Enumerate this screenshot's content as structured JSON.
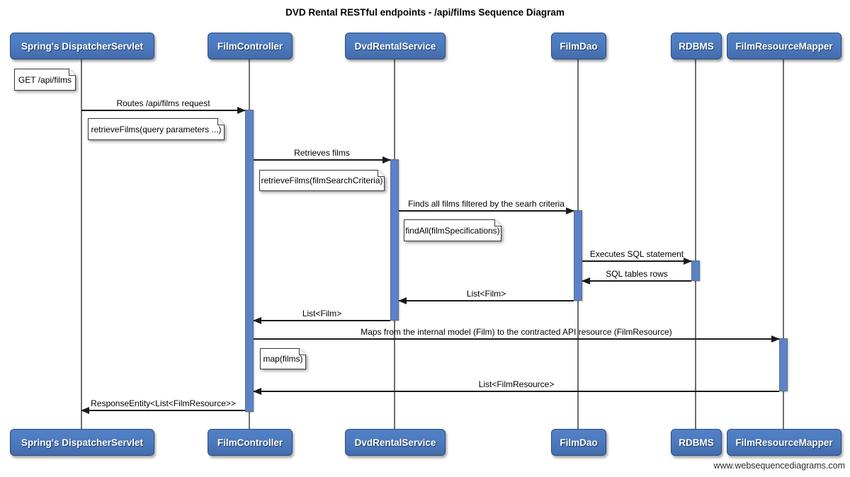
{
  "diagram": {
    "title": "DVD Rental RESTful endpoints - /api/films Sequence Diagram",
    "watermark": "www.websequencediagrams.com",
    "colors": {
      "participant_fill": "#4b79bd",
      "participant_border": "#2c4a7c",
      "activation_fill": "#5b82c8",
      "activation_border": "#5f6e88",
      "lifeline": "#6e6e6e",
      "arrow": "#1a1a1a",
      "note_fill": "#ffffff",
      "note_border": "#3a3a3a"
    },
    "participants": [
      {
        "label": "Spring's DispatcherServlet"
      },
      {
        "label": "FilmController"
      },
      {
        "label": "DvdRentalService"
      },
      {
        "label": "FilmDao"
      },
      {
        "label": "RDBMS"
      },
      {
        "label": "FilmResourceMapper"
      }
    ],
    "notes": [
      {
        "text": "GET /api/films"
      },
      {
        "text": "retrieveFilms(query parameters ...)"
      },
      {
        "text": "retrieveFilms(filmSearchCriteria)"
      },
      {
        "text": "findAll(filmSpecifications)"
      },
      {
        "text": "map(films)"
      }
    ],
    "messages": [
      {
        "label": "Routes /api/films request",
        "from": "Spring's DispatcherServlet",
        "to": "FilmController"
      },
      {
        "label": "Retrieves films",
        "from": "FilmController",
        "to": "DvdRentalService"
      },
      {
        "label": "Finds all films filtered by the searh criteria",
        "from": "DvdRentalService",
        "to": "FilmDao"
      },
      {
        "label": "Executes SQL statement",
        "from": "FilmDao",
        "to": "RDBMS"
      },
      {
        "label": "SQL tables rows",
        "from": "RDBMS",
        "to": "FilmDao"
      },
      {
        "label": "List<Film>",
        "from": "FilmDao",
        "to": "DvdRentalService"
      },
      {
        "label": "List<Film>",
        "from": "DvdRentalService",
        "to": "FilmController"
      },
      {
        "label": "Maps from the internal model (Film) to the contracted API resource (FilmResource)",
        "from": "FilmController",
        "to": "FilmResourceMapper"
      },
      {
        "label": "List<FilmResource>",
        "from": "FilmResourceMapper",
        "to": "FilmController"
      },
      {
        "label": "ResponseEntity<List<FilmResource>>",
        "from": "FilmController",
        "to": "Spring's DispatcherServlet"
      }
    ]
  }
}
